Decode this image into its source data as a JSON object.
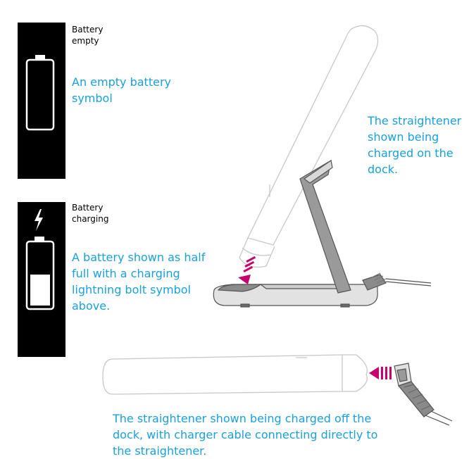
{
  "colors": {
    "panel": "#000000",
    "callout": "#1aa0dc",
    "arrow": "#c8006e",
    "outline": "#bdbdbd",
    "dock": "#4a4a4a"
  },
  "battery_empty": {
    "label_line1": "Battery",
    "label_line2": "empty",
    "callout_line1": "An empty battery",
    "callout_line2": "symbol",
    "icon": "battery-empty-icon"
  },
  "battery_charging": {
    "label_line1": "Battery",
    "label_line2": "charging",
    "callout_line1": "A battery shown as half",
    "callout_line2": "full with a charging",
    "callout_line3": "lightning bolt symbol",
    "callout_line4": "above.",
    "icon": "battery-charging-icon",
    "bolt_icon": "lightning-bolt-icon"
  },
  "dock_view": {
    "callout_line1": "The straightener",
    "callout_line2": "shown being",
    "callout_line3": "charged on the",
    "callout_line4": "dock."
  },
  "cable_view": {
    "callout_line1": "The straightener shown being charged off the",
    "callout_line2": "dock, with charger cable connecting directly to",
    "callout_line3": "the straightener."
  }
}
